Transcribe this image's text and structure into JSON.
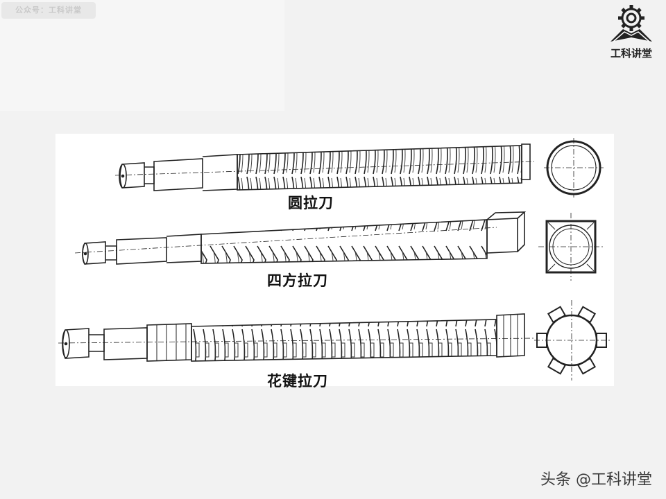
{
  "watermark_top": "公众号：工科讲堂",
  "logo": {
    "text": "工科讲堂",
    "icon": "gear-book-icon"
  },
  "diagram": {
    "labels": {
      "round": "圆拉刀",
      "square": "四方拉刀",
      "spline": "花键拉刀"
    }
  },
  "watermark_bottom": "头条 @工科讲堂",
  "colors": {
    "ink": "#222222",
    "panel": "#ffffff",
    "background": "#f2f2f2"
  }
}
